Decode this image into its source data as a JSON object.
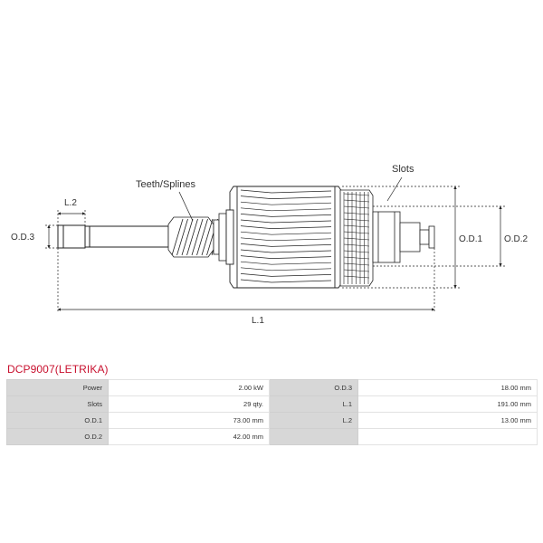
{
  "diagram": {
    "labels": {
      "teeth": "Teeth/Splines",
      "slots": "Slots",
      "l2": "L.2",
      "od3": "O.D.3",
      "od1": "O.D.1",
      "od2": "O.D.2",
      "l1": "L.1"
    }
  },
  "product": {
    "title": "DCP9007(LETRIKA)"
  },
  "specs": {
    "rows": [
      {
        "label_a": "Power",
        "value_a": "2.00 kW",
        "label_b": "O.D.3",
        "value_b": "18.00 mm"
      },
      {
        "label_a": "Slots",
        "value_a": "29 qty.",
        "label_b": "L.1",
        "value_b": "191.00 mm"
      },
      {
        "label_a": "O.D.1",
        "value_a": "73.00 mm",
        "label_b": "L.2",
        "value_b": "13.00 mm"
      },
      {
        "label_a": "O.D.2",
        "value_a": "42.00 mm",
        "label_b": "",
        "value_b": ""
      }
    ]
  },
  "colors": {
    "accent": "#c8102e",
    "label_bg": "#d7d7d7",
    "line": "#222222"
  }
}
